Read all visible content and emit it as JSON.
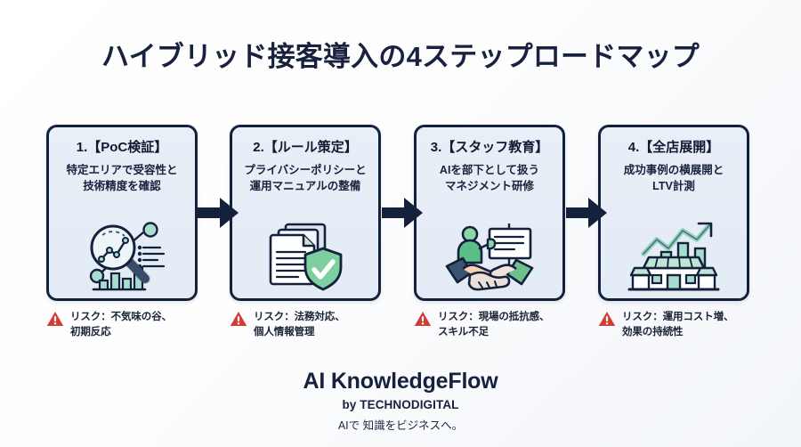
{
  "title": "ハイブリッド接客導入の4ステップロードマップ",
  "steps": [
    {
      "heading": "1.【PoC検証】",
      "description": "特定エリアで受容性と\n技術精度を確認",
      "icon": "magnifier-analytics-icon",
      "risk": "リスク：不気味の谷、\n初期反応"
    },
    {
      "heading": "2.【ルール策定】",
      "description": "プライバシーポリシーと\n運用マニュアルの整備",
      "icon": "documents-shield-check-icon",
      "risk": "リスク：法務対応、\n個人情報管理"
    },
    {
      "heading": "3.【スタッフ教育】",
      "description": "AIを部下として扱う\nマネジメント研修",
      "icon": "training-handshake-icon",
      "risk": "リスク：現場の抵抗感、\nスキル不足"
    },
    {
      "heading": "4.【全店展開】",
      "description": "成功事例の横展開と\nLTV計測",
      "icon": "storefront-growth-icon",
      "risk": "リスク：運用コスト増、\n効果の持続性"
    }
  ],
  "connectors": [
    {
      "name": "arrow-step1-to-step2",
      "icon": "arrow-right-icon"
    },
    {
      "name": "arrow-step2-to-step3",
      "icon": "arrow-right-icon"
    },
    {
      "name": "arrow-step3-to-step4",
      "icon": "arrow-right-icon"
    }
  ],
  "risk_icon": "warning-triangle-icon",
  "footer": {
    "brand": "AI KnowledgeFlow",
    "by": "by TECHNODIGITAL",
    "tagline": "AIで 知識をビジネスへ。"
  },
  "colors": {
    "navy": "#14213d",
    "card_fill": "#e7eef7",
    "risk_red": "#d13d35",
    "accent_teal": "#8fd3bf",
    "accent_green": "#6ec08d",
    "skin": "#f5c9a6"
  }
}
